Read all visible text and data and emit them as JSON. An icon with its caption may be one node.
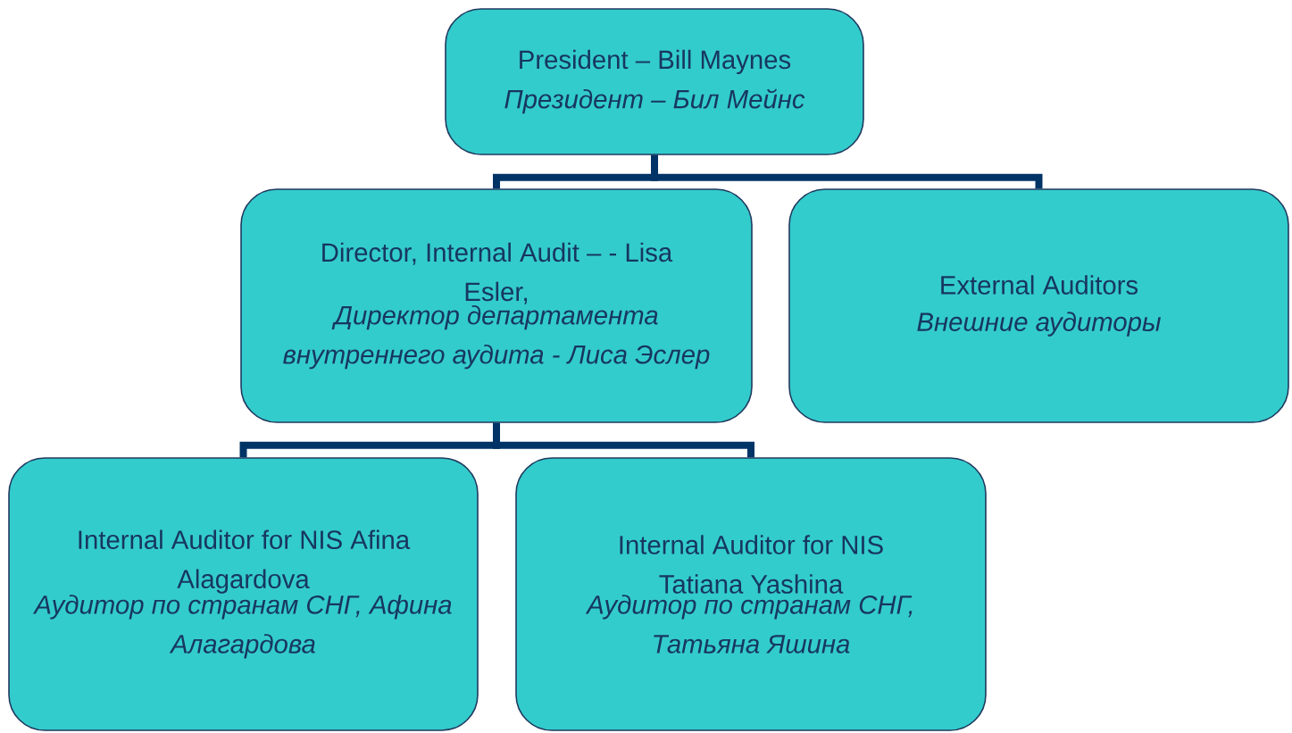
{
  "diagram": {
    "nodes": [
      {
        "text": [
          "President – Bill Maynes",
          "Президент – Бил Мейнс"
        ]
      },
      {
        "text": [
          "Director, Internal Audit – - Lisa Esler,",
          "Директор департамента внутреннего аудита - Лиса Эслер"
        ]
      },
      {
        "text": [
          "External Auditors",
          "Внешние аудиторы"
        ]
      },
      {
        "text": [
          "Internal Auditor for NIS Afina Alagardova",
          "Аудитор по странам СНГ, Афина Алагардова"
        ]
      },
      {
        "text": [
          "Internal Auditor for NIS Tatiana Yashina",
          "Аудитор по странам СНГ, Татьяна Яшина"
        ]
      }
    ],
    "edges": [
      {
        "from": 0,
        "to": 1,
        "arrow": "none"
      },
      {
        "from": 0,
        "to": 2,
        "arrow": "none"
      },
      {
        "from": 1,
        "to": 3,
        "arrow": "none"
      },
      {
        "from": 1,
        "to": 4,
        "arrow": "none"
      }
    ]
  }
}
